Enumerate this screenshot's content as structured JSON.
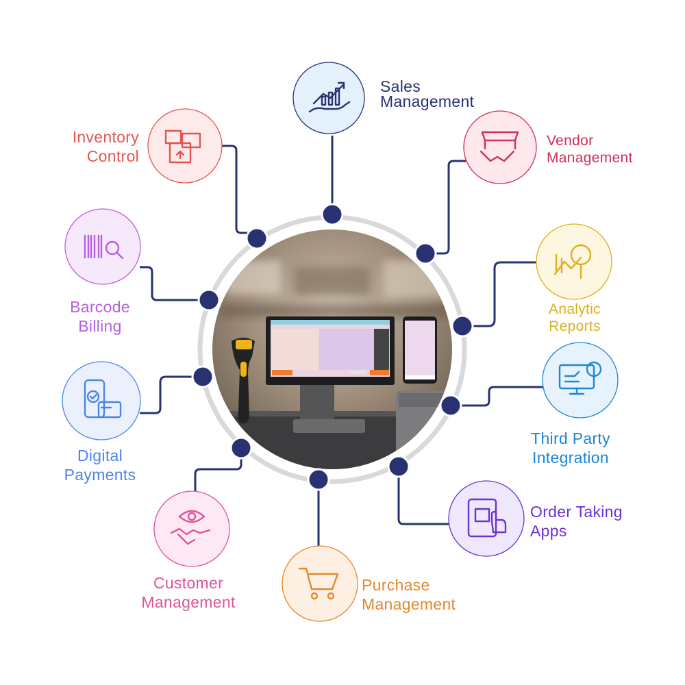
{
  "device_brand": "ThinPC",
  "connector_color": "#283272",
  "ring_color": "#d9d9d9",
  "features": [
    {
      "id": "sales",
      "line1": "Sales",
      "line2": "Management",
      "color": "#283272",
      "bg": "#e4f1fb",
      "icon": "hand-growth-chart-icon"
    },
    {
      "id": "inventory",
      "line1": "Inventory",
      "line2": "Control",
      "color": "#e55454",
      "bg": "#fdeaea",
      "icon": "boxes-icon"
    },
    {
      "id": "vendor",
      "line1": "Vendor",
      "line2": "Management",
      "color": "#cf2e57",
      "bg": "#fde8ee",
      "icon": "store-handshake-icon"
    },
    {
      "id": "barcode",
      "line1": "Barcode",
      "line2": "Billing",
      "color": "#b65fe0",
      "bg": "#f6e9fc",
      "icon": "barcode-search-icon"
    },
    {
      "id": "analytic",
      "line1": "Analytic",
      "line2": "Reports",
      "color": "#dfae1c",
      "bg": "#fdf7e2",
      "icon": "chart-magnifier-icon"
    },
    {
      "id": "digital",
      "line1": "Digital",
      "line2": "Payments",
      "color": "#4d84e6",
      "bg": "#eaf1fd",
      "icon": "phone-card-icon"
    },
    {
      "id": "thirdparty",
      "line1": "Third Party",
      "line2": "Integration",
      "color": "#1c86d6",
      "bg": "#e6f3fc",
      "icon": "monitor-gear-icon"
    },
    {
      "id": "customer",
      "line1": "Customer",
      "line2": "Management",
      "color": "#df5399",
      "bg": "#fde9f3",
      "icon": "eye-handshake-icon"
    },
    {
      "id": "purchase",
      "line1": "Purchase",
      "line2": "Management",
      "color": "#e4872b",
      "bg": "#fdf0e2",
      "icon": "cart-icon"
    },
    {
      "id": "order",
      "line1": "Order Taking",
      "line2": "Apps",
      "color": "#6a31d6",
      "bg": "#efe8fc",
      "icon": "tablet-box-touch-icon"
    }
  ]
}
